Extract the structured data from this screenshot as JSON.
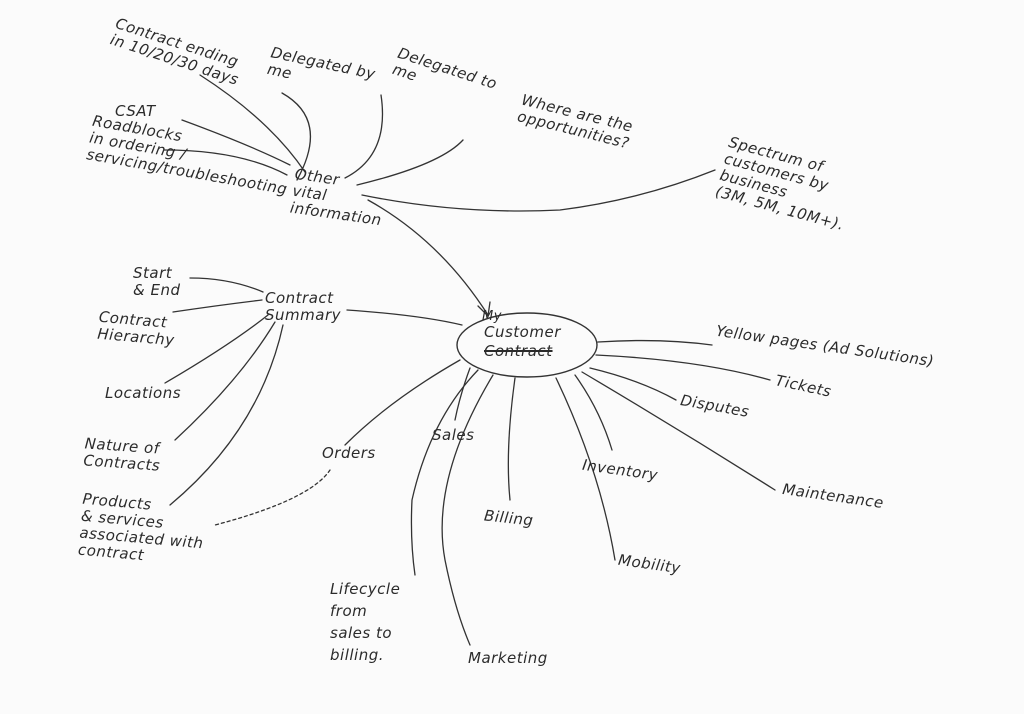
{
  "center": {
    "line1": "My",
    "line2": "Customer",
    "line3_struck": "Contract"
  },
  "other_vital": {
    "label": "Other\nvital\ninformation",
    "children": [
      "Contract ending\nin 10/20/30 days",
      "Delegated by\nme",
      "Delegated to\nme",
      "Where are the\nopportunities?",
      "CSAT",
      "Roadblocks\nin ordering /\nservicing/troubleshooting",
      "Spectrum of\ncustomers by\nbusiness\n(3M, 5M, 10M+)."
    ]
  },
  "contract_summary": {
    "label": "Contract\nSummary",
    "children": [
      "Start\n& End",
      "Contract\nHierarchy",
      "Locations",
      "Nature of\nContracts",
      "Products\n& services\nassociated with\ncontract"
    ]
  },
  "branches": [
    "Yellow pages (Ad Solutions)",
    "Tickets",
    "Disputes",
    "Maintenance",
    "Inventory",
    "Mobility",
    "Billing",
    "Sales",
    "Orders",
    "Marketing",
    "Lifecycle\nfrom\nsales to\nbilling."
  ]
}
